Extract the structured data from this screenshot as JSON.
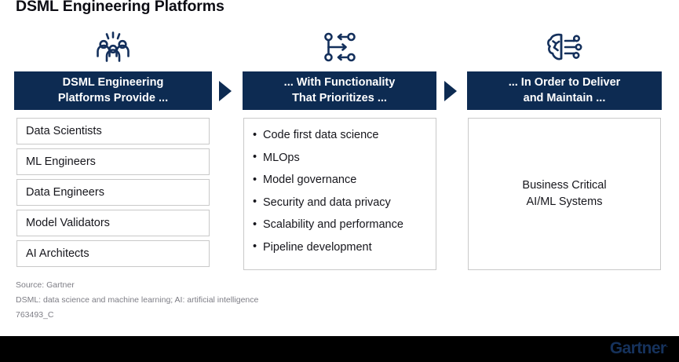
{
  "slide": {
    "title": "DSML Engineering Platforms",
    "brand_color": "#0d2b52",
    "logo_color": "#16325c",
    "bottom_bar_color": "#000000",
    "box_border_color": "#c9c9c9"
  },
  "columns": [
    {
      "icon": "people-group-icon",
      "header": "DSML Engineering Platforms Provide ...",
      "header_lines": [
        "DSML Engineering",
        "Platforms Provide ..."
      ],
      "kind": "boxes",
      "items": [
        "Data Scientists",
        "ML Engineers",
        "Data Engineers",
        "Model Validators",
        "AI Architects"
      ]
    },
    {
      "icon": "workflow-nodes-icon",
      "header": "... With Functionality That Prioritizes ...",
      "header_lines": [
        "... With Functionality",
        "That Prioritizes ..."
      ],
      "kind": "bullets",
      "items": [
        "Code first data science",
        "MLOps",
        "Model governance",
        "Security and data privacy",
        "Scalability and performance",
        "Pipeline development"
      ]
    },
    {
      "icon": "brain-ai-icon",
      "header": "... In Order to Deliver and Maintain ...",
      "header_lines": [
        "... In Order to Deliver",
        "and Maintain ..."
      ],
      "kind": "outcome",
      "items": [
        "Business Critical AI/ML Systems"
      ],
      "outcome_lines": [
        "Business Critical",
        "AI/ML Systems"
      ]
    }
  ],
  "arrows": [
    "arrow-right-1",
    "arrow-right-2"
  ],
  "footnotes": [
    "Source: Gartner",
    "DSML: data science and machine learning; AI: artificial intelligence",
    "763493_C"
  ],
  "logo": {
    "text": "Gartner",
    "trademark": "."
  },
  "bullet_char": "•"
}
